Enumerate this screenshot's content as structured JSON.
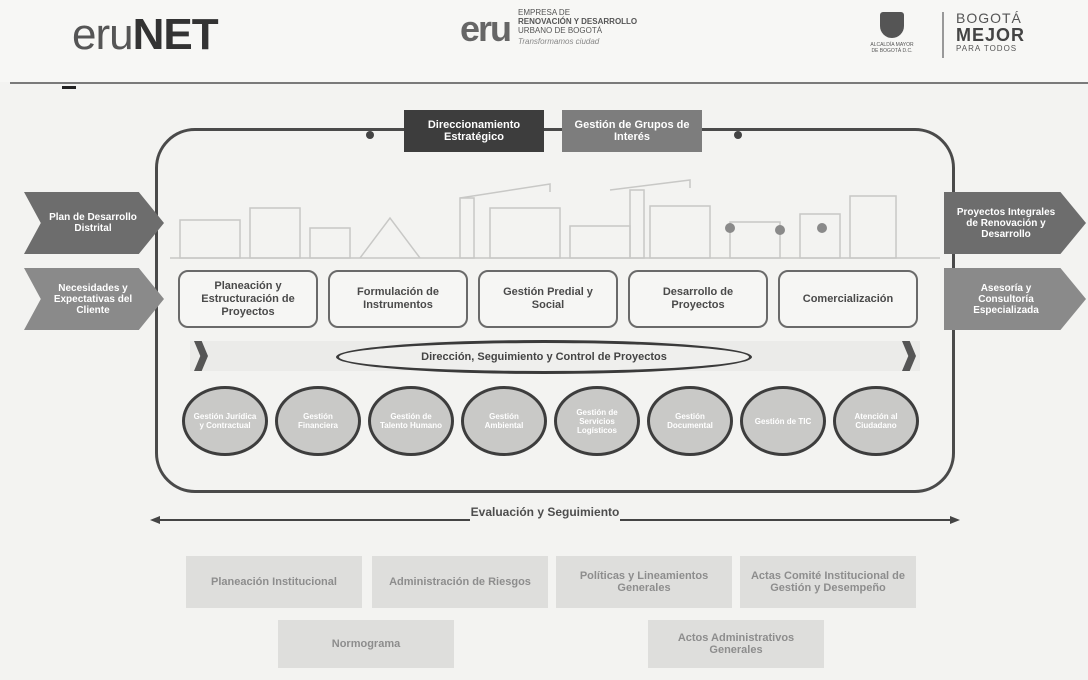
{
  "header": {
    "erunet_logo": {
      "part1": "eru",
      "part2": "NET"
    },
    "eru_logo": {
      "mark": "eru",
      "line1": "EMPRESA DE",
      "line2": "RENOVACIÓN Y DESARROLLO",
      "line3": "URBANO DE BOGOTÁ",
      "tagline": "Transformamos ciudad"
    },
    "alcaldia_caption": "ALCALDÍA MAYOR DE BOGOTÁ D.C.",
    "bogota_logo": {
      "line1": "BOGOTÁ",
      "line2": "MEJOR",
      "line3": "PARA TODOS"
    }
  },
  "diagram": {
    "top_boxes": [
      "Direccionamiento Estratégico",
      "Gestión de Grupos de Interés"
    ],
    "left_inputs": [
      "Plan de Desarrollo Distrital",
      "Necesidades y Expectativas del Cliente"
    ],
    "right_outputs": [
      "Proyectos Integrales de Renovación y Desarrollo",
      "Asesoría y Consultoría Especializada"
    ],
    "processes": [
      "Planeación y Estructuración de Proyectos",
      "Formulación de Instrumentos",
      "Gestión Predial y Social",
      "Desarrollo de Proyectos",
      "Comercialización"
    ],
    "control_band": "Dirección, Seguimiento y Control de Proyectos",
    "support": [
      "Gestión Jurídica y Contractual",
      "Gestión Financiera",
      "Gestión de Talento Humano",
      "Gestión Ambiental",
      "Gestión de Servicios Logísticos",
      "Gestión Documental",
      "Gestión de TIC",
      "Atención al Ciudadano"
    ],
    "evaluation": "Evaluación y Seguimiento",
    "bottom_row1": [
      "Planeación Institucional",
      "Administración de Riesgos",
      "Políticas y Lineamientos Generales",
      "Actas Comité Institucional de Gestión y Desempeño"
    ],
    "bottom_row2": [
      "Normograma",
      "Actos Administrativos Generales"
    ]
  },
  "colors": {
    "frame": "#4a4a4a",
    "top_dark": "#3d3d3d",
    "top_mid": "#7d7d7d",
    "support_fill": "#c9c9c7",
    "bottom_fill": "#dededc"
  }
}
